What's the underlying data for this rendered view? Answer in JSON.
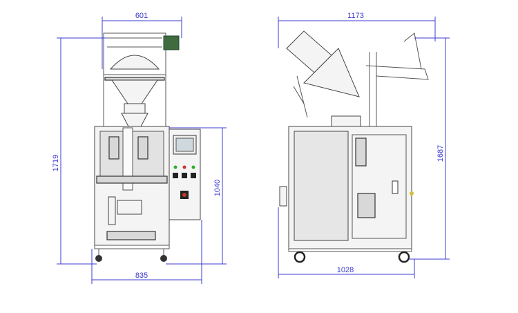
{
  "drawing": {
    "front_view": {
      "width_top": "601",
      "total_height": "1719",
      "cabinet_height": "1040",
      "base_width": "835"
    },
    "side_view": {
      "total_width": "1173",
      "total_height": "1687",
      "base_width": "1028"
    }
  },
  "colors": {
    "dimension": "#3b3bd0",
    "motor": "#3f6b3f",
    "stop_button": "#c0392b"
  }
}
